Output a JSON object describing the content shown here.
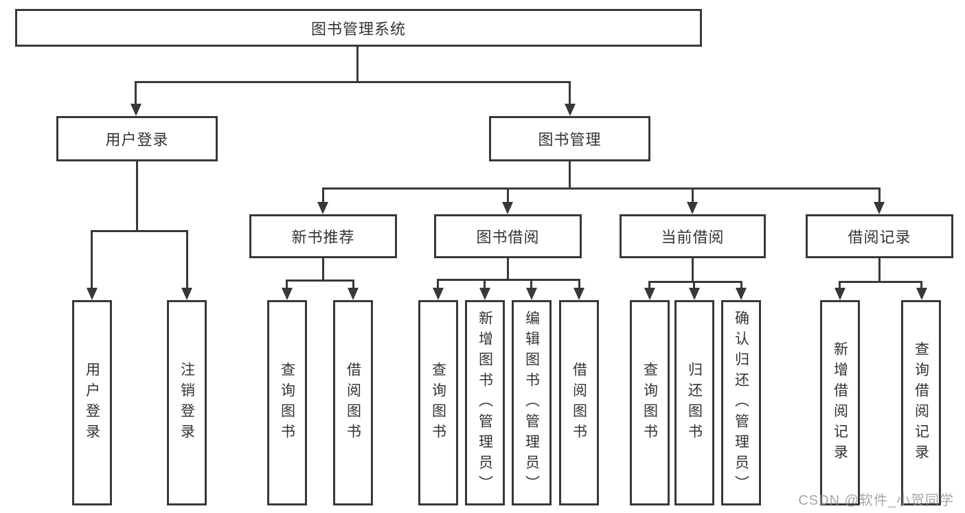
{
  "diagram": {
    "title": "图书管理系统",
    "level1": [
      {
        "label": "用户登录"
      },
      {
        "label": "图书管理"
      }
    ],
    "level2": [
      {
        "label": "新书推荐"
      },
      {
        "label": "图书借阅"
      },
      {
        "label": "当前借阅"
      },
      {
        "label": "借阅记录"
      }
    ],
    "leaves": [
      {
        "label": "用户登录"
      },
      {
        "label": "注销登录"
      },
      {
        "label": "查询图书"
      },
      {
        "label": "借阅图书"
      },
      {
        "label": "查询图书"
      },
      {
        "label": "新增图书（管理员）"
      },
      {
        "label": "编辑图书（管理员）"
      },
      {
        "label": "借阅图书"
      },
      {
        "label": "查询图书"
      },
      {
        "label": "归还图书"
      },
      {
        "label": "确认归还（管理员）"
      },
      {
        "label": "新增借阅记录"
      },
      {
        "label": "查询借阅记录"
      }
    ]
  },
  "watermark": {
    "text": "CSDN @软件_小贺同学"
  },
  "colors": {
    "line": "#383838",
    "text": "#333333",
    "watermark": "#969696",
    "background": "#ffffff"
  }
}
